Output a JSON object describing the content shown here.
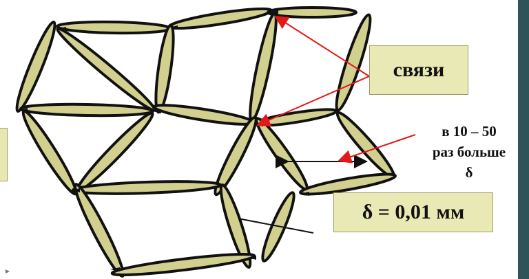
{
  "labels": {
    "bonds": "связи",
    "thickness": "δ = 0,01 мм",
    "scale_note": {
      "line1": "в 10 – 50",
      "line2": "раз больше",
      "line3": "δ"
    }
  },
  "colors": {
    "cell_fill": "#d2d08f",
    "cell_stroke": "#111111",
    "box_fill": "#e9e9b5",
    "arrow_red": "#e31818",
    "side_band": "#2f5458"
  }
}
